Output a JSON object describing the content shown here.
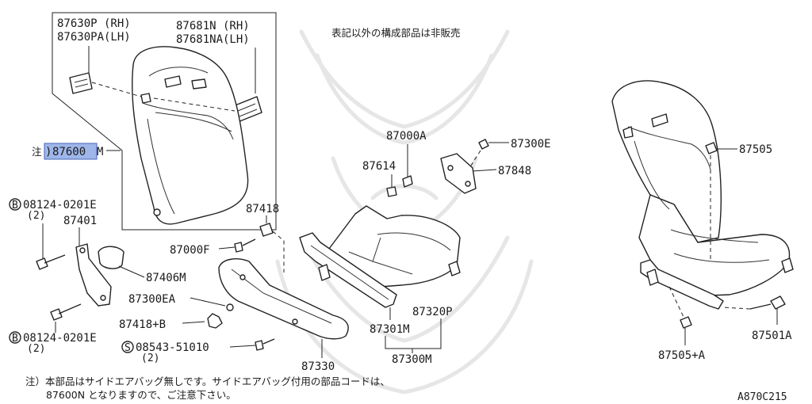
{
  "diagram": {
    "note_top": "表記以外の構成部品は非販売",
    "footnote_line1": "注）本部品はサイドエアバッグ無しです。サイドエアバッグ付用の部品コードは、",
    "footnote_line2": "87600N となりますので、ご注意下さい。",
    "figure_code": "A870C215",
    "highlight_color": "#9fb6ea",
    "callout_main": {
      "prefix": "注",
      "paren": ")",
      "number": "87600",
      "suffix": "M"
    },
    "inset_labels": {
      "left_rh": "87630P (RH)",
      "left_lh": "87630PA(LH)",
      "right_rh": "87681N (RH)",
      "right_lh": "87681NA(LH)"
    },
    "bolt_symbol_b": "B",
    "bolt_symbol_s": "S",
    "labels": {
      "p87000A": "87000A",
      "p87300E": "87300E",
      "p87614": "87614",
      "p87848": "87848",
      "p87418": "87418",
      "p87000F": "87000F",
      "p87401": "87401",
      "p87406M": "87406M",
      "p87300EA": "87300EA",
      "p87418B": "87418+B",
      "p87320P": "87320P",
      "p87301M": "87301M",
      "p87300M": "87300M",
      "p87330": "87330",
      "p87505": "87505",
      "p87501A": "87501A",
      "p87505A": "87505+A",
      "bolt1": "08124-0201E",
      "bolt1_qty": "(2)",
      "bolt2": "08124-0201E",
      "bolt2_qty": "(2)",
      "screw1": "08543-51010",
      "screw1_qty": "(2)"
    }
  }
}
